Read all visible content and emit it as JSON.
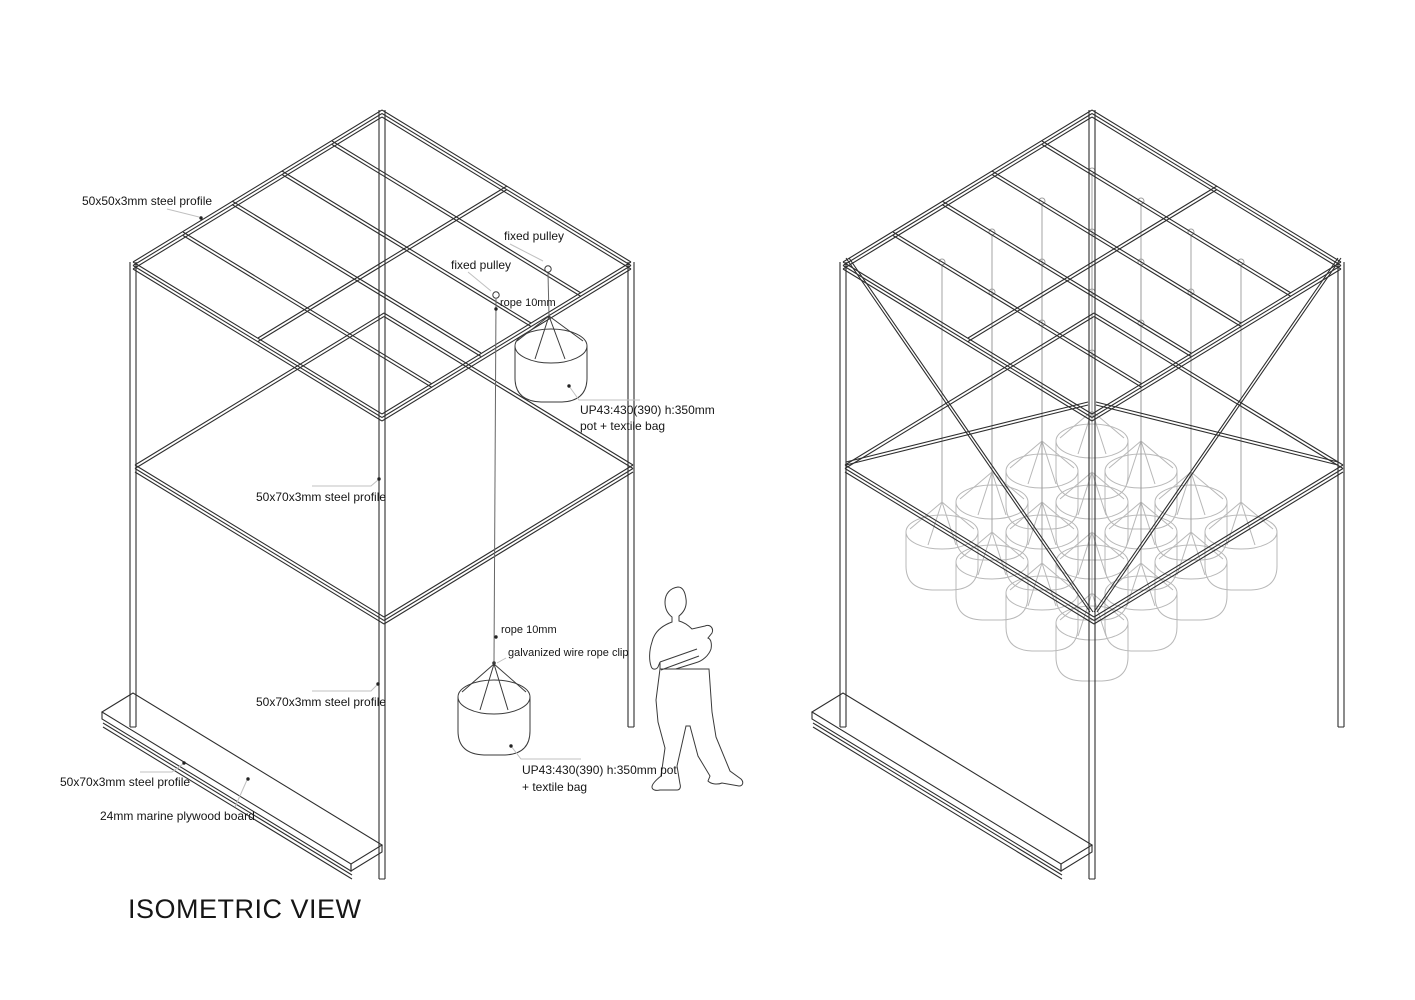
{
  "title": "ISOMETRIC VIEW",
  "drawing": {
    "annotations": {
      "steel_profile_roof": "50x50x3mm steel profile",
      "fixed_pulley_upper": "fixed pulley",
      "fixed_pulley_lower": "fixed pulley",
      "rope_upper": "rope 10mm",
      "pot_upper_line1": "UP43:430(390) h:350mm",
      "pot_upper_line2": "pot + textile bag",
      "steel_profile_mid": "50x70x3mm steel profile",
      "rope_lower": "rope 10mm",
      "rope_clip": "galvanized wire rope clip",
      "pot_lower_line1": "UP43:430(390) h:350mm pot",
      "pot_lower_line2": "+ textile bag",
      "steel_profile_lower": "50x70x3mm steel profile",
      "steel_profile_shelf": "50x70x3mm steel profile",
      "plywood_board": "24mm marine plywood board"
    },
    "colors": {
      "frame_line": "#2e2e2e",
      "pot_dark": "#3a3a3a",
      "pot_light": "#b8b8b8",
      "rope_dark": "#666666",
      "rope_light": "#9a9a9a",
      "leader": "#c0c0c0",
      "text": "#161616"
    }
  }
}
